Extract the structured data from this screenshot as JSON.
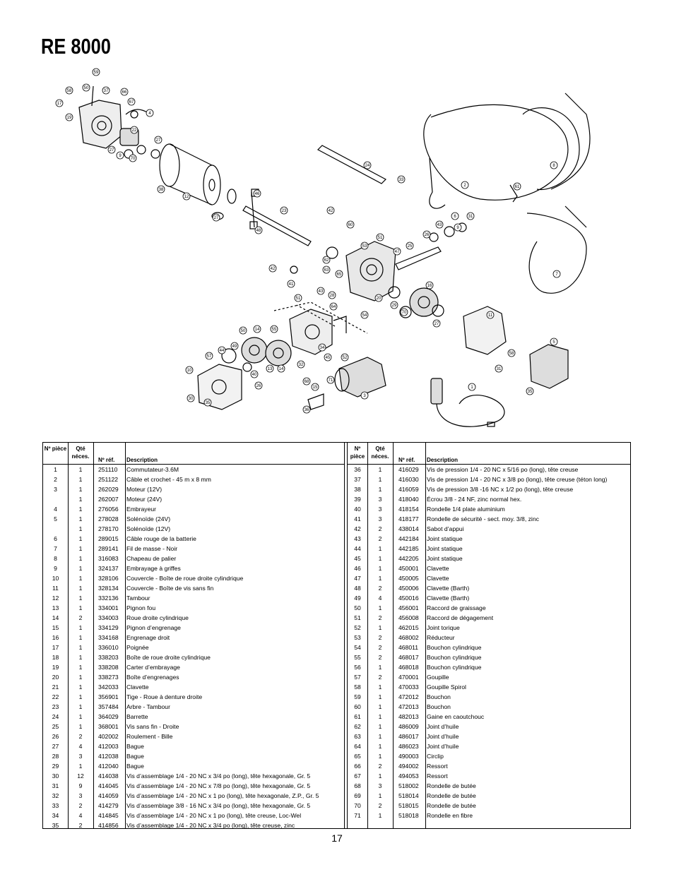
{
  "title": "RE 8000",
  "page_number": "17",
  "table": {
    "headers": {
      "no": "Nº pièce",
      "qty": "Qté néces.",
      "ref": "Nº réf.",
      "desc": "Description"
    },
    "left_rows": [
      {
        "no": "1",
        "qty": "1",
        "ref": "251110",
        "desc": "Commutateur-3.6M"
      },
      {
        "no": "2",
        "qty": "1",
        "ref": "251122",
        "desc": "Câble et crochet - 45 m x 8 mm"
      },
      {
        "no": "3",
        "qty": "1",
        "ref": "262029",
        "desc": "Moteur (12V)"
      },
      {
        "no": "",
        "qty": "1",
        "ref": "262007",
        "desc": "Moteur (24V)"
      },
      {
        "no": "4",
        "qty": "1",
        "ref": "276056",
        "desc": "Embrayeur"
      },
      {
        "no": "5",
        "qty": "1",
        "ref": "278028",
        "desc": "Solénoïde (24V)"
      },
      {
        "no": "",
        "qty": "1",
        "ref": "278170",
        "desc": "Solénoïde (12V)"
      },
      {
        "no": "6",
        "qty": "1",
        "ref": "289015",
        "desc": "Câble rouge de la batterie"
      },
      {
        "no": "7",
        "qty": "1",
        "ref": "289141",
        "desc": "Fil de masse - Noir"
      },
      {
        "no": "8",
        "qty": "1",
        "ref": "316083",
        "desc": "Chapeau de palier"
      },
      {
        "no": "9",
        "qty": "1",
        "ref": "324137",
        "desc": "Embrayage à griffes"
      },
      {
        "no": "10",
        "qty": "1",
        "ref": "328106",
        "desc": "Couvercle - Boîte de roue droite cylindrique"
      },
      {
        "no": "11",
        "qty": "1",
        "ref": "328134",
        "desc": "Couvercle - Boîte de vis sans fin"
      },
      {
        "no": "12",
        "qty": "1",
        "ref": "332136",
        "desc": "Tambour"
      },
      {
        "no": "13",
        "qty": "1",
        "ref": "334001",
        "desc": "Pignon fou"
      },
      {
        "no": "14",
        "qty": "2",
        "ref": "334003",
        "desc": "Roue droite cylindrique"
      },
      {
        "no": "15",
        "qty": "1",
        "ref": "334129",
        "desc": "Pignon d’engrenage"
      },
      {
        "no": "16",
        "qty": "1",
        "ref": "334168",
        "desc": "Engrenage droit"
      },
      {
        "no": "17",
        "qty": "1",
        "ref": "336010",
        "desc": "Poignée"
      },
      {
        "no": "18",
        "qty": "1",
        "ref": "338203",
        "desc": "Boîte de roue droite cylindrique"
      },
      {
        "no": "19",
        "qty": "1",
        "ref": "338208",
        "desc": "Carter d’embrayage"
      },
      {
        "no": "20",
        "qty": "1",
        "ref": "338273",
        "desc": "Boîte d’engrenages"
      },
      {
        "no": "21",
        "qty": "1",
        "ref": "342033",
        "desc": "Clavette"
      },
      {
        "no": "22",
        "qty": "1",
        "ref": "356901",
        "desc": "Tige - Roue à denture droite"
      },
      {
        "no": "23",
        "qty": "1",
        "ref": "357484",
        "desc": "Arbre - Tambour"
      },
      {
        "no": "24",
        "qty": "1",
        "ref": "364029",
        "desc": "Barrette"
      },
      {
        "no": "25",
        "qty": "1",
        "ref": "368001",
        "desc": "Vis sans fin - Droite"
      },
      {
        "no": "26",
        "qty": "2",
        "ref": "402002",
        "desc": "Roulement - Bille"
      },
      {
        "no": "27",
        "qty": "4",
        "ref": "412003",
        "desc": "Bague"
      },
      {
        "no": "28",
        "qty": "3",
        "ref": "412038",
        "desc": "Bague"
      },
      {
        "no": "29",
        "qty": "1",
        "ref": "412040",
        "desc": "Bague"
      },
      {
        "no": "30",
        "qty": "12",
        "ref": "414038",
        "desc": "Vis d’assemblage 1/4 - 20  NC x 3/4 po (long), tête hexagonale, Gr. 5"
      },
      {
        "no": "31",
        "qty": "9",
        "ref": "414045",
        "desc": "Vis d’assemblage 1/4 - 20  NC x 7/8 po (long), tête hexagonale, Gr. 5"
      },
      {
        "no": "32",
        "qty": "3",
        "ref": "414059",
        "desc": "Vis d’assemblage 1/4 - 20  NC x 1 po (long), tête hexagonale, Z.P., Gr. 5"
      },
      {
        "no": "33",
        "qty": "2",
        "ref": "414279",
        "desc": "Vis d’assemblage 3/8 - 16  NC x 3/4 po (long), tête hexagonale, Gr. 5"
      },
      {
        "no": "34",
        "qty": "4",
        "ref": "414845",
        "desc": "Vis d’assemblage 1/4 - 20  NC x 1 po (long), tête creuse, Loc-Wel"
      },
      {
        "no": "35",
        "qty": "2",
        "ref": "414856",
        "desc": "Vis d’assemblage 1/4 - 20  NC x 3/4 po (long), tête creuse, zinc"
      }
    ],
    "right_rows": [
      {
        "no": "36",
        "qty": "1",
        "ref": "416029",
        "desc": "Vis de pression 1/4 - 20  NC x 5/16 po (long), tête creuse"
      },
      {
        "no": "37",
        "qty": "1",
        "ref": "416030",
        "desc": "Vis de pression 1/4 - 20  NC x 3/8 po (long), tête creuse (téton long)"
      },
      {
        "no": "38",
        "qty": "1",
        "ref": "416059",
        "desc": "Vis de pression 3/8 -16  NC x 1/2 po (long), tête creuse"
      },
      {
        "no": "39",
        "qty": "3",
        "ref": "418040",
        "desc": "Écrou 3/8 - 24  NF, zinc normal hex."
      },
      {
        "no": "40",
        "qty": "3",
        "ref": "418154",
        "desc": "Rondelle 1/4 plate aluminium"
      },
      {
        "no": "41",
        "qty": "3",
        "ref": "418177",
        "desc": "Rondelle de sécurité - sect. moy. 3/8, zinc"
      },
      {
        "no": "42",
        "qty": "2",
        "ref": "438014",
        "desc": "Sabot d’appui"
      },
      {
        "no": "43",
        "qty": "2",
        "ref": "442184",
        "desc": "Joint statique"
      },
      {
        "no": "44",
        "qty": "1",
        "ref": "442185",
        "desc": "Joint statique"
      },
      {
        "no": "45",
        "qty": "1",
        "ref": "442205",
        "desc": "Joint statique"
      },
      {
        "no": "46",
        "qty": "1",
        "ref": "450001",
        "desc": "Clavette"
      },
      {
        "no": "47",
        "qty": "1",
        "ref": "450005",
        "desc": "Clavette"
      },
      {
        "no": "48",
        "qty": "2",
        "ref": "450006",
        "desc": "Clavette (Barth)"
      },
      {
        "no": "49",
        "qty": "4",
        "ref": "450016",
        "desc": "Clavette (Barth)"
      },
      {
        "no": "50",
        "qty": "1",
        "ref": "456001",
        "desc": "Raccord de graissage"
      },
      {
        "no": "51",
        "qty": "2",
        "ref": "456008",
        "desc": "Raccord de dégagement"
      },
      {
        "no": "52",
        "qty": "1",
        "ref": "462015",
        "desc": "Joint torique"
      },
      {
        "no": "53",
        "qty": "2",
        "ref": "468002",
        "desc": "Réducteur"
      },
      {
        "no": "54",
        "qty": "2",
        "ref": "468011",
        "desc": "Bouchon cylindrique"
      },
      {
        "no": "55",
        "qty": "2",
        "ref": "468017",
        "desc": "Bouchon cylindrique"
      },
      {
        "no": "56",
        "qty": "1",
        "ref": "468018",
        "desc": "Bouchon cylindrique"
      },
      {
        "no": "57",
        "qty": "2",
        "ref": "470001",
        "desc": "Goupille"
      },
      {
        "no": "58",
        "qty": "1",
        "ref": "470033",
        "desc": "Goupille Spirol"
      },
      {
        "no": "59",
        "qty": "1",
        "ref": "472012",
        "desc": "Bouchon"
      },
      {
        "no": "60",
        "qty": "1",
        "ref": "472013",
        "desc": "Bouchon"
      },
      {
        "no": "61",
        "qty": "1",
        "ref": "482013",
        "desc": "Gaine en caoutchouc"
      },
      {
        "no": "62",
        "qty": "1",
        "ref": "486009",
        "desc": "Joint d’huile"
      },
      {
        "no": "63",
        "qty": "1",
        "ref": "486017",
        "desc": "Joint d’huile"
      },
      {
        "no": "64",
        "qty": "1",
        "ref": "486023",
        "desc": "Joint d’huile"
      },
      {
        "no": "65",
        "qty": "1",
        "ref": "490003",
        "desc": "Circlip"
      },
      {
        "no": "66",
        "qty": "2",
        "ref": "494002",
        "desc": "Ressort"
      },
      {
        "no": "67",
        "qty": "1",
        "ref": "494053",
        "desc": "Ressort"
      },
      {
        "no": "68",
        "qty": "3",
        "ref": "518002",
        "desc": "Rondelle de butée"
      },
      {
        "no": "69",
        "qty": "1",
        "ref": "518014",
        "desc": "Rondelle de butée"
      },
      {
        "no": "70",
        "qty": "2",
        "ref": "518015",
        "desc": "Rondelle de butée"
      },
      {
        "no": "71",
        "qty": "1",
        "ref": "518018",
        "desc": "Rondelle en fibre"
      }
    ]
  },
  "diagram": {
    "callouts": [
      "59",
      "58",
      "50",
      "37",
      "66",
      "67",
      "17",
      "19",
      "4",
      "22",
      "27",
      "9",
      "70",
      "27",
      "38",
      "12",
      "24",
      "33",
      "2",
      "8",
      "61",
      "46",
      "27",
      "23",
      "48",
      "42",
      "60",
      "6",
      "9",
      "31",
      "26",
      "43",
      "51",
      "53",
      "47",
      "25",
      "62",
      "63",
      "65",
      "39",
      "41",
      "42",
      "7",
      "51",
      "43",
      "28",
      "20",
      "64",
      "3",
      "29",
      "70",
      "16",
      "27",
      "11",
      "50",
      "14",
      "55",
      "13",
      "32",
      "68",
      "34",
      "58",
      "31",
      "5",
      "57",
      "44",
      "49",
      "45",
      "52",
      "26",
      "40",
      "10",
      "15",
      "71",
      "30",
      "35",
      "36",
      "1",
      "35"
    ]
  }
}
